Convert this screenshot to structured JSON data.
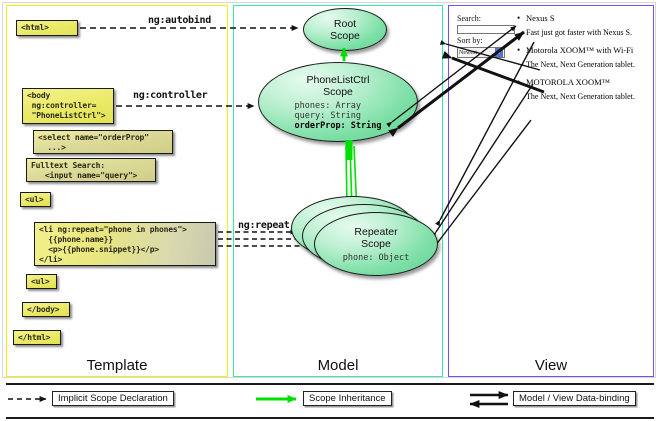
{
  "panels": {
    "template": {
      "label": "Template",
      "border_color": "#f2ef12"
    },
    "model": {
      "label": "Model",
      "border_color": "#35e9a6"
    },
    "view": {
      "label": "View",
      "border_color": "#7b4ded"
    }
  },
  "template_code": {
    "html_open": "<html>",
    "body_open": "<body\n ng:controller=\n \"PhoneListCtrl\">",
    "select": "<select name=\"orderProp\"\n  ...>",
    "fulltext": "Fulltext Search:\n   <input name=\"query\">",
    "ul_open": "<ul>",
    "li_repeat": "<li ng:repeat=\"phone in phones\">\n  {{phone.name}}\n  <p>{{phone.snippet}}</p>\n</li>",
    "ul_close": "<ul>",
    "body_close": "</body>",
    "html_close": "</html>"
  },
  "connectors": {
    "autobind": "ng:autobind",
    "controller": "ng:controller",
    "repeat": "ng:repeat"
  },
  "model": {
    "root_scope": {
      "title_line1": "Root",
      "title_line2": "Scope"
    },
    "phone_list_ctrl_scope": {
      "title_line1": "PhoneListCtrl",
      "title_line2": "Scope",
      "props": [
        {
          "text": "phones: Array",
          "bold": false
        },
        {
          "text": "query: String",
          "bold": false
        },
        {
          "text": "orderProp: String",
          "bold": true
        }
      ]
    },
    "repeater_scope": {
      "title_line1": "Repeater",
      "title_line2": "Scope",
      "props": [
        {
          "text": "phone: Object",
          "bold": false
        }
      ]
    }
  },
  "view": {
    "search_label": "Search:",
    "search_value": "",
    "search_placeholder": "",
    "sort_label": "Sort by:",
    "sort_selected": "Newest",
    "sort_options": [
      "Newest"
    ],
    "phones": [
      {
        "name": "Nexus S",
        "snippet": "Fast just got faster with Nexus S."
      },
      {
        "name": "Motorola XOOM™ with Wi-Fi",
        "snippet": "The Next, Next Generation tablet."
      },
      {
        "name": "MOTOROLA XOOM™",
        "snippet": "The Next, Next Generation tablet."
      }
    ]
  },
  "legend": {
    "items": [
      {
        "label": "Implicit Scope Declaration",
        "style": "dashed-arrow",
        "color": "#111111"
      },
      {
        "label": "Scope Inheritance",
        "style": "green-arrow",
        "color": "#00e000"
      },
      {
        "label": "Model / View Data-binding",
        "style": "double-arrow",
        "color": "#111111"
      }
    ]
  }
}
